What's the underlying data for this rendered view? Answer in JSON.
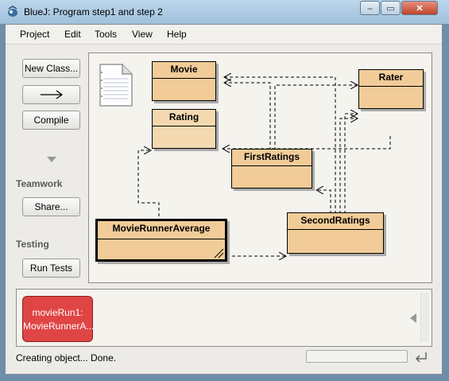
{
  "window": {
    "title": "BlueJ:  Program step1 and step 2",
    "controls": {
      "minimize": "–",
      "maximize": "▭",
      "close": "✕"
    }
  },
  "menu": [
    "Project",
    "Edit",
    "Tools",
    "View",
    "Help"
  ],
  "sidebar": {
    "new_class": "New Class...",
    "compile": "Compile",
    "teamwork_label": "Teamwork",
    "share": "Share...",
    "testing_label": "Testing",
    "run_tests": "Run Tests"
  },
  "classes": {
    "movie": "Movie",
    "rating": "Rating",
    "rater": "Rater",
    "firstratings": "FirstRatings",
    "movierunneraverage": "MovieRunnerAverage",
    "secondratings": "SecondRatings"
  },
  "objects": [
    {
      "line1": "movieRun1:",
      "line2": "MovieRunnerA..."
    }
  ],
  "status": "Creating object... Done.",
  "icons": [
    "bluej-logo-icon",
    "readme-note-icon",
    "arrow-icon",
    "collapse-triangle-icon",
    "scroll-left-icon",
    "undo-icon"
  ],
  "colors": {
    "class_fill": "#f1cc98",
    "object_fill": "#e04545"
  }
}
